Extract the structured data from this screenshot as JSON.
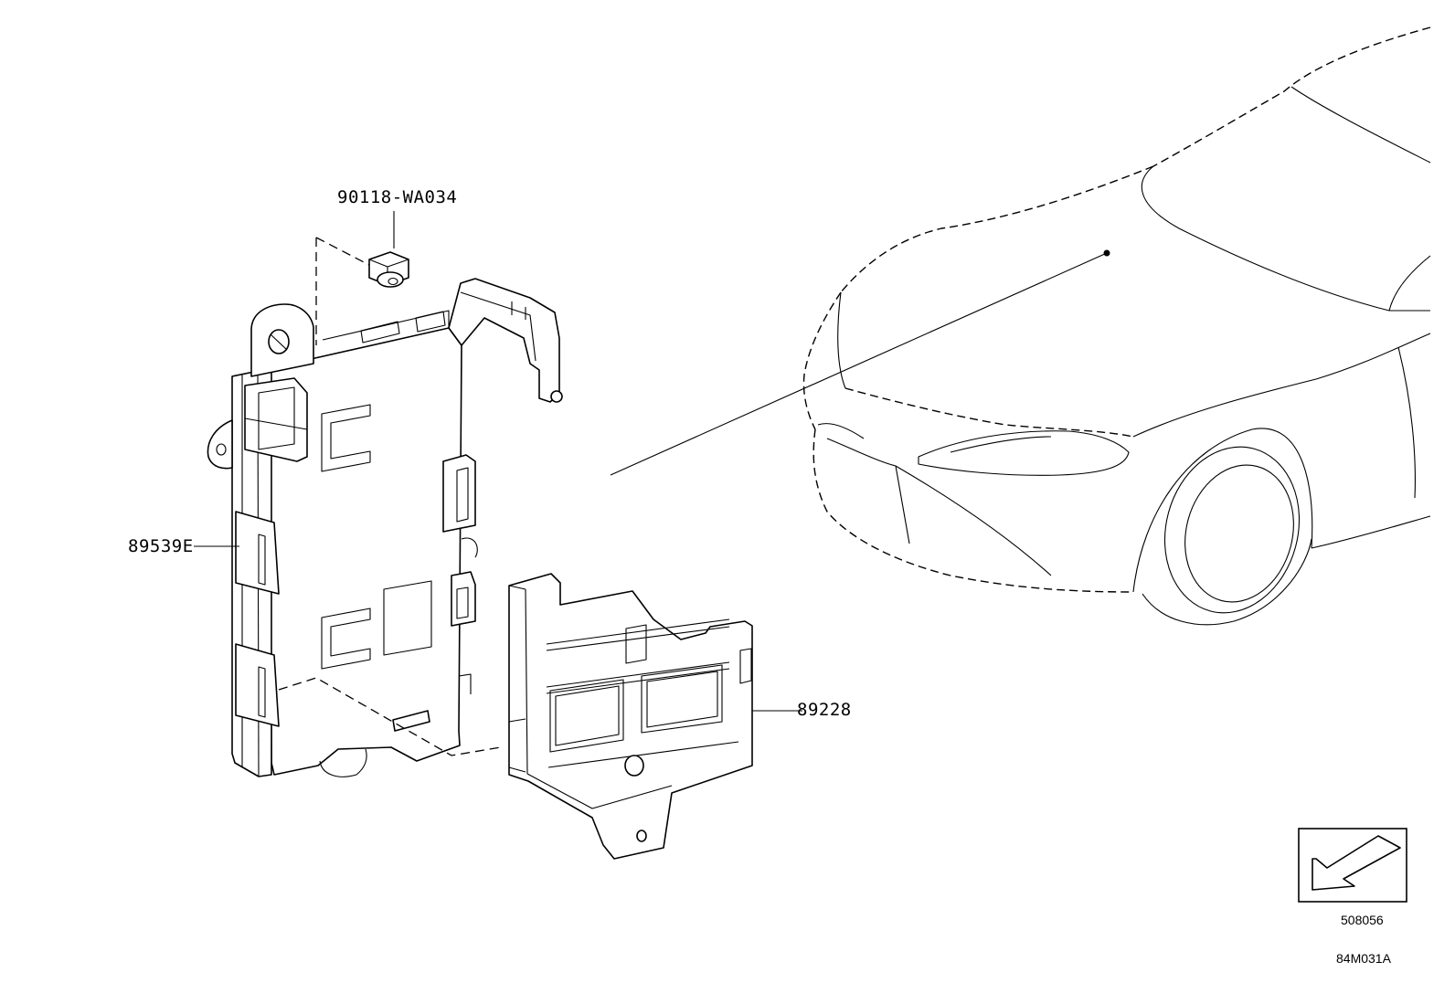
{
  "labels": {
    "bolt": "90118-WA034",
    "bracket": "89539E",
    "cover": "89228",
    "orientation_code": "508056",
    "diagram_code": "84M031A"
  },
  "icons": [
    "front-direction-arrow-icon"
  ]
}
